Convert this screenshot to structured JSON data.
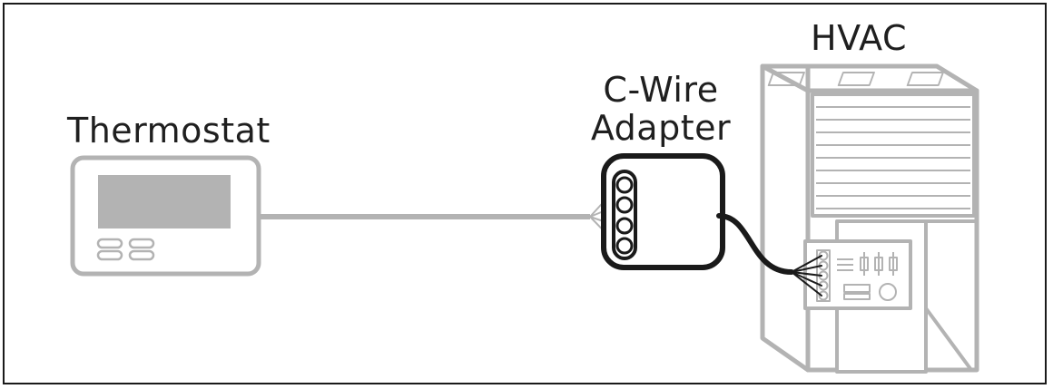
{
  "diagram": {
    "labels": {
      "thermostat": "Thermostat",
      "adapter_line1": "C-Wire",
      "adapter_line2": "Adapter",
      "hvac": "HVAC"
    },
    "colors": {
      "outline_gray": "#b3b3b3",
      "screen_gray": "#b3b3b3",
      "wire_gray": "#b3b3b3",
      "adapter_black": "#1a1a1a",
      "text": "#1f1f1f"
    }
  }
}
